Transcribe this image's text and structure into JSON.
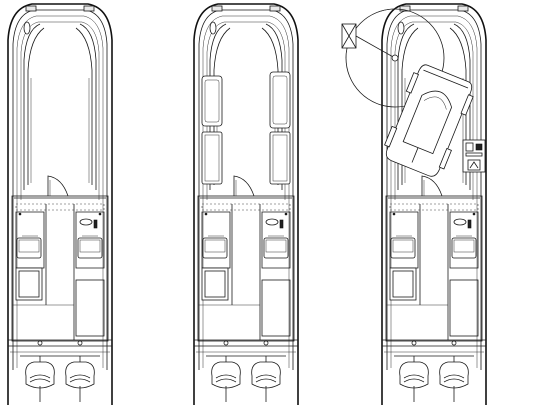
{
  "figure": {
    "background": "#ffffff",
    "line_color": "#1a1a1a",
    "views": [
      {
        "id": "standard",
        "extras": []
      },
      {
        "id": "side-storage",
        "extras": [
          "side-lockers"
        ]
      },
      {
        "id": "davit-tender",
        "extras": [
          "davit-crane",
          "tender-boat",
          "control-console"
        ]
      }
    ]
  }
}
